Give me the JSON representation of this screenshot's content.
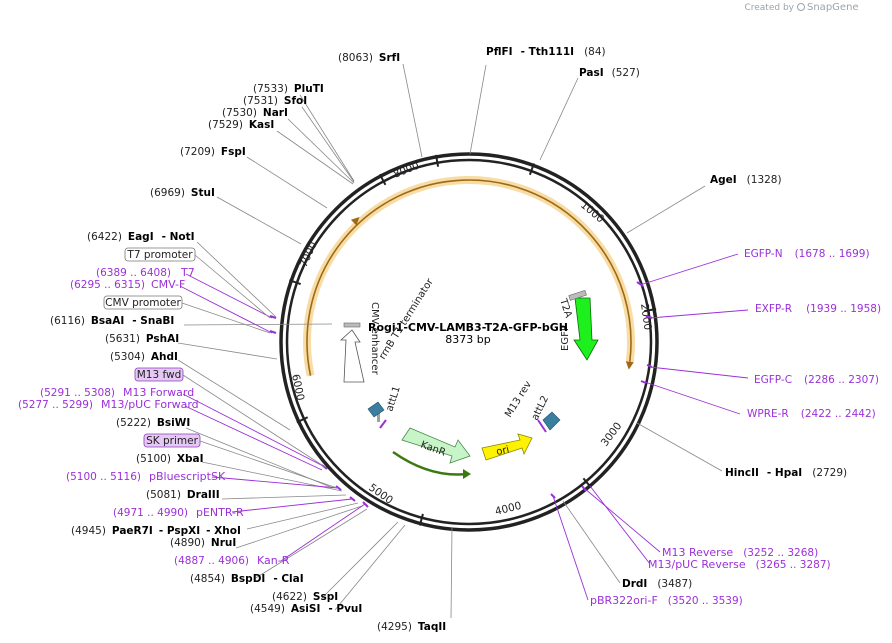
{
  "brand": {
    "created_by": "Created by",
    "name": "SnapGene"
  },
  "plasmid": {
    "name": "Rogi1-CMV-LAMB3-T2A-GFP-bGH",
    "size": "8373 bp"
  },
  "ticks": [
    "1000",
    "2000",
    "3000",
    "4000",
    "5000",
    "6000",
    "7000",
    "8000"
  ],
  "features": {
    "egfp": "EGFP",
    "t2a": "T2A",
    "kanr": "KanR",
    "ori": "ori",
    "cmv_enhancer": "CMV enhancer",
    "rrnb": "rrnB T1 terminator",
    "attl1": "attL1",
    "attl2": "attL2",
    "m13rev": "M13 rev"
  },
  "labels": [
    {
      "id": "srfi",
      "pos": "(8063)",
      "name": "SrfI"
    },
    {
      "id": "pflfi",
      "name": "PflFI",
      "sep": "- Tth111I",
      "pos": "(84)"
    },
    {
      "id": "pasi",
      "name": "PasI",
      "pos": "(527)"
    },
    {
      "id": "plut",
      "pos": "(7533)",
      "name": "PluTI"
    },
    {
      "id": "sfoi",
      "pos": "(7531)",
      "name": "SfoI"
    },
    {
      "id": "nari",
      "pos": "(7530)",
      "name": "NarI"
    },
    {
      "id": "kasi",
      "pos": "(7529)",
      "name": "KasI"
    },
    {
      "id": "fspi",
      "pos": "(7209)",
      "name": "FspI"
    },
    {
      "id": "stui",
      "pos": "(6969)",
      "name": "StuI"
    },
    {
      "id": "agei",
      "name": "AgeI",
      "pos": "(1328)"
    },
    {
      "id": "eagi",
      "pos": "(6422)",
      "name": "EagI",
      "sep": "- NotI"
    },
    {
      "id": "bsaai",
      "pos": "(6116)",
      "name": "BsaAI",
      "sep": "- SnaBI"
    },
    {
      "id": "pshai",
      "pos": "(5631)",
      "name": "PshAI"
    },
    {
      "id": "ahdi",
      "pos": "(5304)",
      "name": "AhdI"
    },
    {
      "id": "bsiwi",
      "pos": "(5222)",
      "name": "BsiWI"
    },
    {
      "id": "xbai",
      "pos": "(5100)",
      "name": "XbaI"
    },
    {
      "id": "draiii",
      "pos": "(5081)",
      "name": "DraIII"
    },
    {
      "id": "paer7i",
      "pos": "(4945)",
      "name": "PaeR7I",
      "sep": "- PspXI",
      "sep2": "- XhoI"
    },
    {
      "id": "nrui",
      "pos": "(4890)",
      "name": "NruI"
    },
    {
      "id": "bspdi",
      "pos": "(4854)",
      "name": "BspDI",
      "sep": "- ClaI"
    },
    {
      "id": "sspi",
      "pos": "(4622)",
      "name": "SspI"
    },
    {
      "id": "asisi",
      "pos": "(4549)",
      "name": "AsiSI",
      "sep": "- PvuI"
    },
    {
      "id": "taqii",
      "pos": "(4295)",
      "name": "TaqII"
    },
    {
      "id": "hincii",
      "name": "HincII",
      "sep": "- HpaI",
      "pos": "(2729)"
    },
    {
      "id": "drdi",
      "name": "DrdI",
      "pos": "(3487)"
    }
  ],
  "primers": [
    {
      "id": "egfpn",
      "name": "EGFP-N",
      "pos": "(1678 .. 1699)"
    },
    {
      "id": "exfpr",
      "name": "EXFP-R",
      "pos": "(1939 .. 1958)"
    },
    {
      "id": "egfpc",
      "name": "EGFP-C",
      "pos": "(2286 .. 2307)"
    },
    {
      "id": "wprer",
      "name": "WPRE-R",
      "pos": "(2422 .. 2442)"
    },
    {
      "id": "t7",
      "pos": "(6389 .. 6408)",
      "name": "T7"
    },
    {
      "id": "cmvf",
      "pos": "(6295 .. 6315)",
      "name": "CMV-F"
    },
    {
      "id": "m13f",
      "pos": "(5291 .. 5308)",
      "name": "M13 Forward"
    },
    {
      "id": "m13puc",
      "pos": "(5277 .. 5299)",
      "name": "M13/pUC Forward"
    },
    {
      "id": "pbsk",
      "pos": "(5100 .. 5116)",
      "name": "pBluescriptSK"
    },
    {
      "id": "pentr",
      "pos": "(4971 .. 4990)",
      "name": "pENTR-R"
    },
    {
      "id": "kanrp",
      "pos": "(4887 .. 4906)",
      "name": "Kan-R"
    },
    {
      "id": "m13r",
      "name": "M13 Reverse",
      "pos": "(3252 .. 3268)"
    },
    {
      "id": "m13pucr",
      "name": "M13/pUC Reverse",
      "pos": "(3265 .. 3287)"
    },
    {
      "id": "pbr",
      "name": "pBR322ori-F",
      "pos": "(3520 .. 3539)"
    }
  ],
  "boxes": {
    "t7_promoter": "T7 promoter",
    "cmv_promoter": "CMV promoter",
    "m13_fwd": "M13 fwd",
    "sk_primer": "SK primer"
  }
}
